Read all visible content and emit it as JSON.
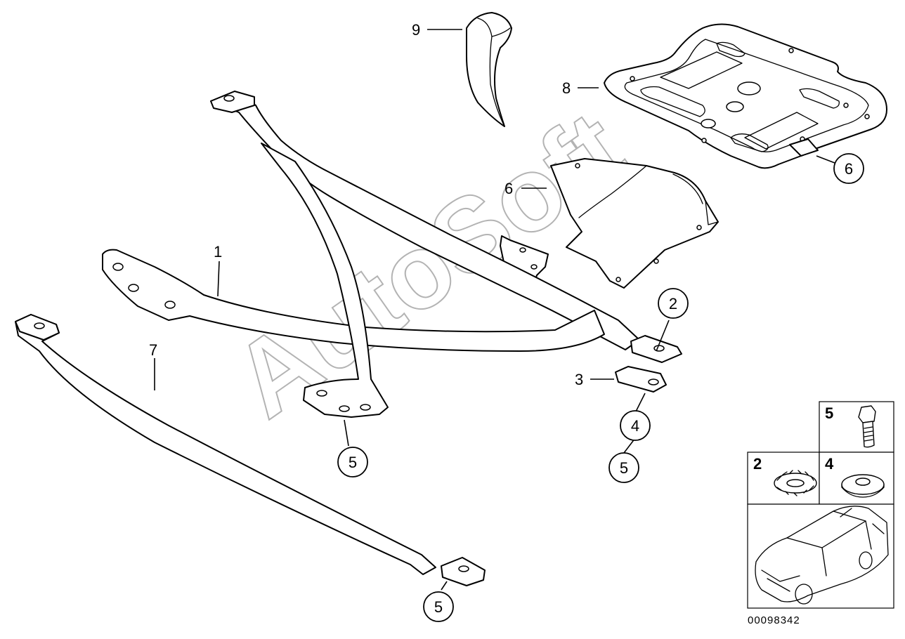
{
  "diagram": {
    "watermark": "AutoSoft",
    "reference_number": "00098342",
    "callouts": [
      {
        "id": "c1",
        "label": "1",
        "circled": false
      },
      {
        "id": "c2",
        "label": "2",
        "circled": true
      },
      {
        "id": "c3",
        "label": "3",
        "circled": false
      },
      {
        "id": "c4",
        "label": "4",
        "circled": true
      },
      {
        "id": "c5a",
        "label": "5",
        "circled": true
      },
      {
        "id": "c5b",
        "label": "5",
        "circled": true
      },
      {
        "id": "c5c",
        "label": "5",
        "circled": true
      },
      {
        "id": "c6a",
        "label": "6",
        "circled": false
      },
      {
        "id": "c6b",
        "label": "6",
        "circled": true
      },
      {
        "id": "c7",
        "label": "7",
        "circled": false
      },
      {
        "id": "c8",
        "label": "8",
        "circled": false
      },
      {
        "id": "c9",
        "label": "9",
        "circled": false
      }
    ],
    "legend": [
      {
        "id": "bolt",
        "label": "5",
        "icon": "hex-bolt-icon"
      },
      {
        "id": "lockwasher",
        "label": "2",
        "icon": "lock-washer-icon"
      },
      {
        "id": "washer",
        "label": "4",
        "icon": "flat-washer-icon"
      },
      {
        "id": "car",
        "icon": "vehicle-thumbnail-icon"
      }
    ]
  }
}
